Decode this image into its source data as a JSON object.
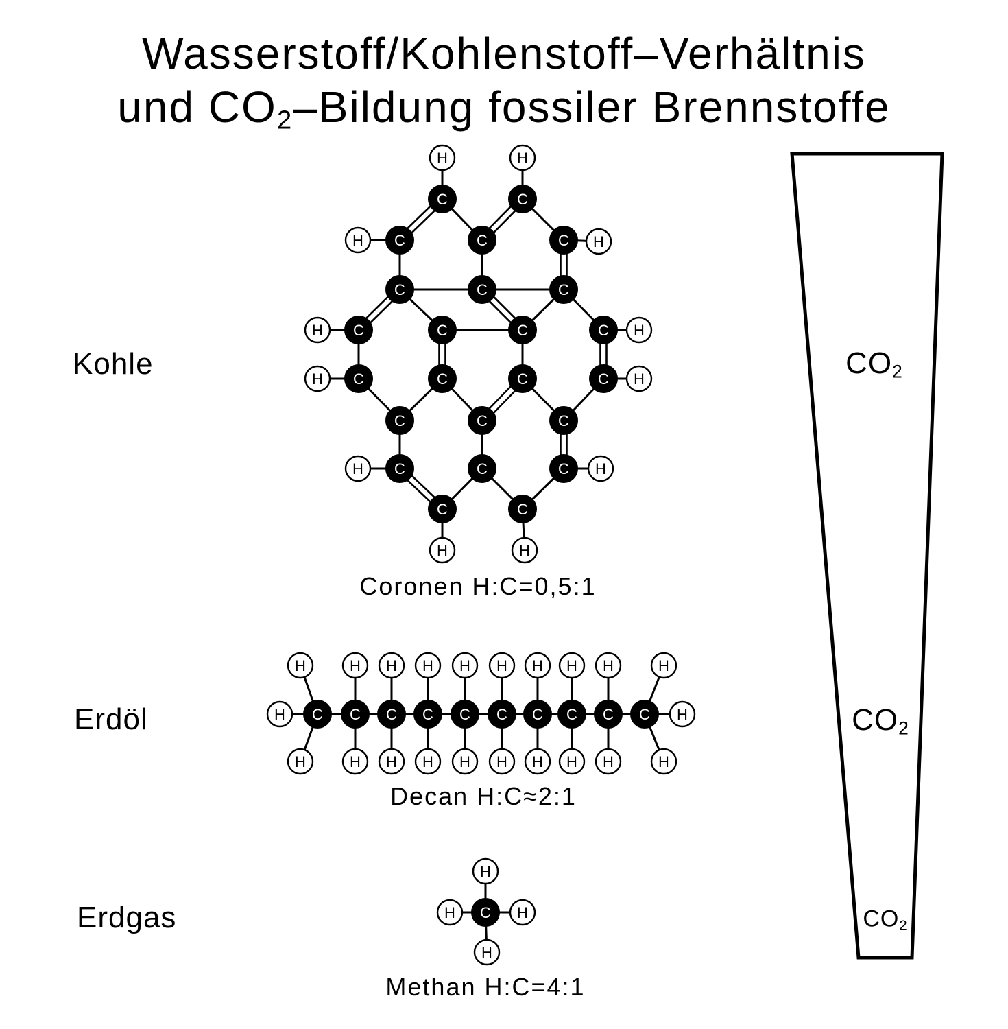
{
  "title": {
    "line1": "Wasserstoff/Kohlenstoff–Verhältnis",
    "line2_pre": "und CO",
    "line2_sub": "2",
    "line2_post": "–Bildung fossiler Brennstoffe"
  },
  "rows": [
    {
      "label": "Kohle",
      "caption": "Coronen H:C=0,5:1"
    },
    {
      "label": "Erdöl",
      "caption": "Decan H:C≈2:1"
    },
    {
      "label": "Erdgas",
      "caption": "Methan H:C=4:1"
    }
  ],
  "atoms": {
    "carbon": "C",
    "hydrogen": "H"
  },
  "co2_labels": [
    {
      "main": "CO",
      "sub": "2"
    },
    {
      "main": "CO",
      "sub": "2"
    },
    {
      "main": "CO",
      "sub": "2"
    }
  ]
}
